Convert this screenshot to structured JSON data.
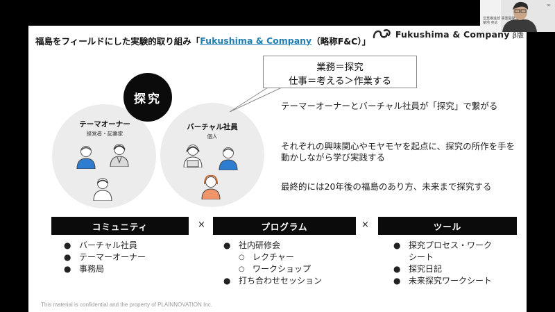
{
  "slide": {
    "title_prefix": "福島をフィールドにした実験的取り組み「",
    "title_link": "Fukushima & Company",
    "title_suffix": "（略称F&C）」",
    "brand_name": "Fukushima & Company",
    "brand_beta": "β版",
    "center_circle": "探究",
    "left_circle": {
      "title": "テーマオーナー",
      "subtitle": "経営者・起業家"
    },
    "right_circle": {
      "title": "バーチャル社員",
      "subtitle": "個人"
    },
    "callout": {
      "line1": "業務＝探究",
      "line2": "仕事＝考える＞作業する"
    },
    "body": [
      "テーマーオーナーとバーチャル社員が「探究」で繋がる",
      "それぞれの興味関心やモヤモヤを起点に、探究の所作を手を動かしながら学び実践する",
      "最終的には20年後の福島のあり方、未来まで探究する"
    ],
    "columns": [
      {
        "header": "コミュニティ",
        "items": [
          {
            "text": "バーチャル社員",
            "level": 1
          },
          {
            "text": "テーマーオーナー",
            "level": 1
          },
          {
            "text": "事務局",
            "level": 1
          }
        ]
      },
      {
        "header": "プログラム",
        "items": [
          {
            "text": "社内研修会",
            "level": 1
          },
          {
            "text": "レクチャー",
            "level": 2
          },
          {
            "text": "ワークショップ",
            "level": 2
          },
          {
            "text": "打ち合わせセッション",
            "level": 1
          }
        ]
      },
      {
        "header": "ツール",
        "items": [
          {
            "text": "探究プロセス・ワーク",
            "cont": "シート",
            "level": 1
          },
          {
            "text": "探究日記",
            "level": 1
          },
          {
            "text": "未来探究ワークシート",
            "level": 1
          }
        ]
      }
    ],
    "times_symbol": "×",
    "bullet_symbol": "●",
    "sub_bullet_symbol": "○",
    "footer": "This material is confidential and the property of PLAINNOVATION Inc."
  },
  "video": {
    "speaker_line1": "営業推進部 事業開発",
    "speaker_line2": "菊地 亮太"
  },
  "colors": {
    "link": "#1f7fb2",
    "dark_box": "#0b0b0b",
    "circle_fill": "#ececec",
    "person_blue": "#2e7dd1",
    "person_orange": "#f0946a"
  }
}
